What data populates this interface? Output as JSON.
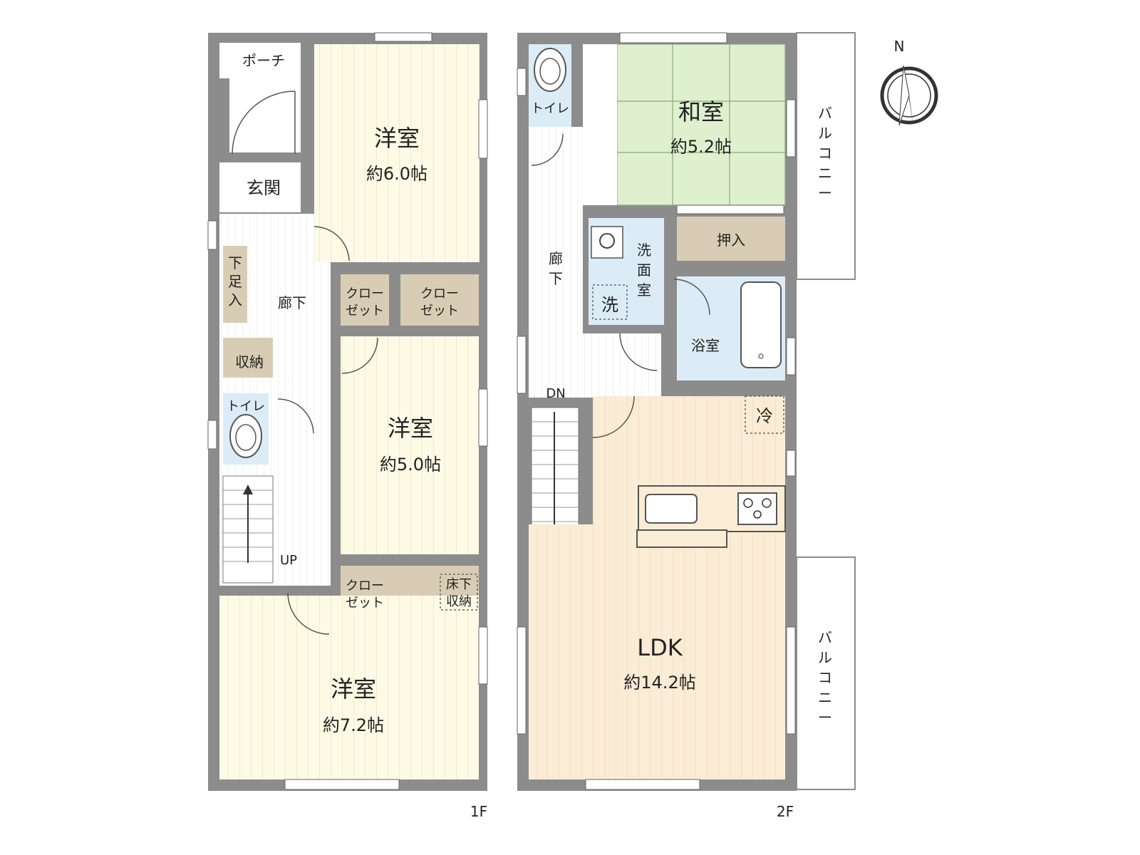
{
  "floor1": {
    "floor_label": "1F",
    "porch": "ポーチ",
    "genkan": "玄関",
    "getabako": "下足入",
    "hallway": "廊下",
    "storage": "収納",
    "toilet": "トイレ",
    "up": "UP",
    "room_north": {
      "name": "洋室",
      "size": "約6.0帖"
    },
    "room_middle": {
      "name": "洋室",
      "size": "約5.0帖"
    },
    "room_south": {
      "name": "洋室",
      "size": "約7.2帖"
    },
    "closet_a": {
      "line1": "クロー",
      "line2": "ゼット"
    },
    "closet_b": {
      "line1": "クロー",
      "line2": "ゼット"
    },
    "closet_c": {
      "line1": "クロー",
      "line2": "ゼット"
    },
    "underfloor": {
      "line1": "床下",
      "line2": "収納"
    }
  },
  "floor2": {
    "floor_label": "2F",
    "toilet": "トイレ",
    "hallway": "廊下",
    "dn": "DN",
    "washroom": "洗面室",
    "washer": "洗",
    "bath": "浴室",
    "fridge": "冷",
    "oshiire": "押入",
    "washitsu": {
      "name": "和室",
      "size": "約5.2帖"
    },
    "ldk": {
      "name": "LDK",
      "size": "約14.2帖"
    },
    "balcony_top": "バルコニー",
    "balcony_bottom": "バルコニー"
  },
  "compass": {
    "label": "N"
  },
  "colors": {
    "wall": "#8c8c8c",
    "western_room": "#fdfbe6",
    "ldk": "#fbecd6",
    "tatami": "#dff0cf",
    "storage": "#d8cdb4",
    "wet_area": "#dcecf7",
    "hallway": "#ffffff"
  }
}
